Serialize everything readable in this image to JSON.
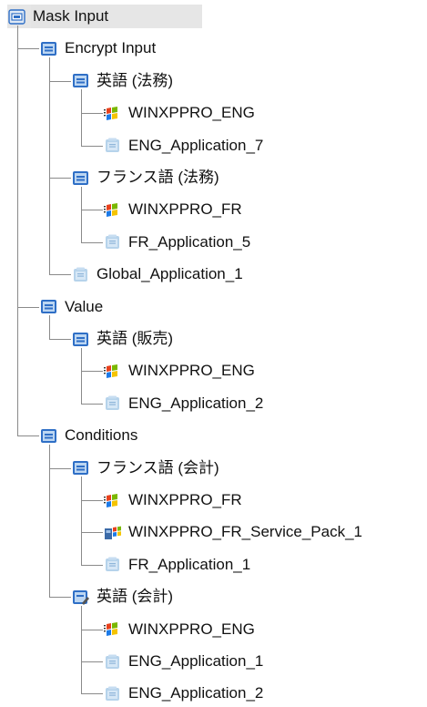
{
  "tree": {
    "nodes": [
      {
        "label": "Mask Input",
        "level": 0,
        "icon": "mask-icon"
      },
      {
        "label": "Encrypt Input",
        "level": 1,
        "icon": "folder-group-icon"
      },
      {
        "label": "英語 (法務)",
        "level": 2,
        "icon": "folder-group-icon"
      },
      {
        "label": "WINXPPRO_ENG",
        "level": 3,
        "icon": "windows-icon"
      },
      {
        "label": "ENG_Application_7",
        "level": 3,
        "icon": "application-icon"
      },
      {
        "label": "フランス語 (法務)",
        "level": 2,
        "icon": "folder-group-icon"
      },
      {
        "label": "WINXPPRO_FR",
        "level": 3,
        "icon": "windows-icon"
      },
      {
        "label": "FR_Application_5",
        "level": 3,
        "icon": "application-icon"
      },
      {
        "label": "Global_Application_1",
        "level": 2,
        "icon": "application-icon"
      },
      {
        "label": "Value",
        "level": 1,
        "icon": "folder-group-icon"
      },
      {
        "label": "英語 (販売)",
        "level": 2,
        "icon": "folder-group-icon"
      },
      {
        "label": "WINXPPRO_ENG",
        "level": 3,
        "icon": "windows-icon"
      },
      {
        "label": "ENG_Application_2",
        "level": 3,
        "icon": "application-icon"
      },
      {
        "label": "Conditions",
        "level": 1,
        "icon": "folder-group-icon"
      },
      {
        "label": "フランス語 (会計)",
        "level": 2,
        "icon": "folder-group-icon"
      },
      {
        "label": "WINXPPRO_FR",
        "level": 3,
        "icon": "windows-icon"
      },
      {
        "label": "WINXPPRO_FR_Service_Pack_1",
        "level": 3,
        "icon": "service-pack-icon"
      },
      {
        "label": "FR_Application_1",
        "level": 3,
        "icon": "application-icon"
      },
      {
        "label": "英語 (会計)",
        "level": 2,
        "icon": "folder-group-edit-icon"
      },
      {
        "label": "WINXPPRO_ENG",
        "level": 3,
        "icon": "windows-icon"
      },
      {
        "label": "ENG_Application_1",
        "level": 3,
        "icon": "application-icon"
      },
      {
        "label": "ENG_Application_2",
        "level": 3,
        "icon": "application-icon"
      }
    ]
  },
  "colors": {
    "connector": "#8a8a8a",
    "selection": "#e4e4e4",
    "folder_blue": "#2f6fc6",
    "app_light_blue": "#a9cbe8"
  }
}
